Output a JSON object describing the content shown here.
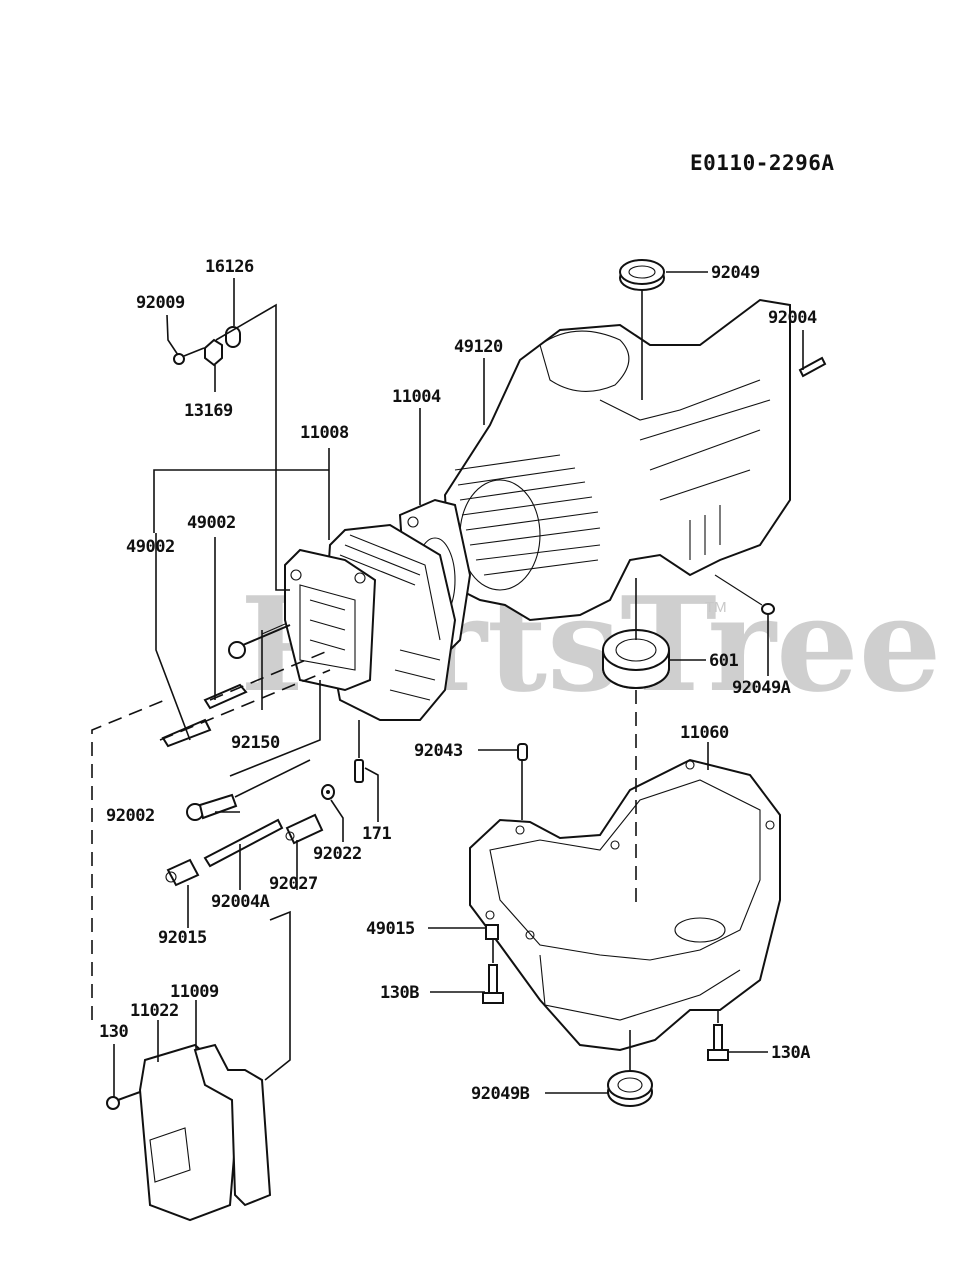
{
  "diagram": {
    "reference_code": "E0110-2296A",
    "watermark": "PartsTree",
    "watermark_tm": "TM",
    "parts": [
      {
        "id": "p16126",
        "label": "16126"
      },
      {
        "id": "p92009",
        "label": "92009"
      },
      {
        "id": "p13169",
        "label": "13169"
      },
      {
        "id": "p11008",
        "label": "11008"
      },
      {
        "id": "p49002a",
        "label": "49002"
      },
      {
        "id": "p49002b",
        "label": "49002"
      },
      {
        "id": "p92150",
        "label": "92150"
      },
      {
        "id": "p92002",
        "label": "92002"
      },
      {
        "id": "p92022",
        "label": "92022"
      },
      {
        "id": "p171",
        "label": "171"
      },
      {
        "id": "p92027",
        "label": "92027"
      },
      {
        "id": "p92004A",
        "label": "92004A"
      },
      {
        "id": "p92015",
        "label": "92015"
      },
      {
        "id": "p11009",
        "label": "11009"
      },
      {
        "id": "p11022",
        "label": "11022"
      },
      {
        "id": "p130",
        "label": "130"
      },
      {
        "id": "p11004",
        "label": "11004"
      },
      {
        "id": "p49120",
        "label": "49120"
      },
      {
        "id": "p92049",
        "label": "92049"
      },
      {
        "id": "p92004",
        "label": "92004"
      },
      {
        "id": "p601",
        "label": "601"
      },
      {
        "id": "p92049A",
        "label": "92049A"
      },
      {
        "id": "p92043",
        "label": "92043"
      },
      {
        "id": "p11060",
        "label": "11060"
      },
      {
        "id": "p49015",
        "label": "49015"
      },
      {
        "id": "p130B",
        "label": "130B"
      },
      {
        "id": "p130A",
        "label": "130A"
      },
      {
        "id": "p92049B",
        "label": "92049B"
      }
    ]
  }
}
